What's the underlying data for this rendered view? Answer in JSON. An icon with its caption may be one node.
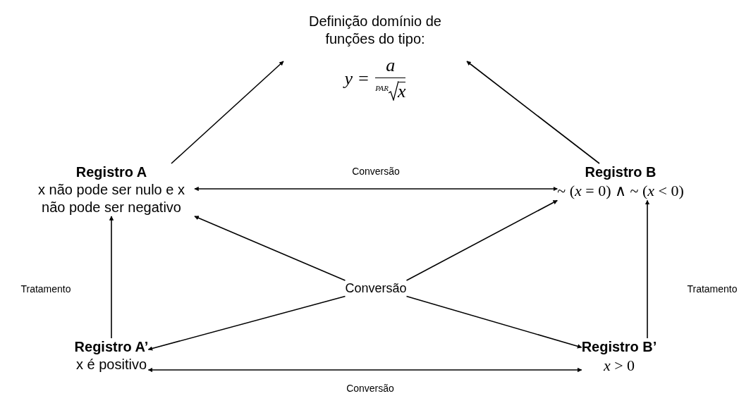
{
  "diagram": {
    "nodes": [
      {
        "text": [
          "Definição domínio de funções do tipo:",
          "y =",
          "a",
          "PAR",
          "x"
        ]
      },
      {
        "text": [
          "Registro A",
          "x não pode ser nulo e x não pode ser negativo"
        ]
      },
      {
        "text": [
          "Registro B",
          "~ (*x* = 0) ∧ ~ (*x* < 0)"
        ]
      },
      {
        "text": [
          "Conversão"
        ]
      },
      {
        "text": [
          "Registro A’",
          "x é positivo"
        ]
      },
      {
        "text": [
          "Registro B’",
          "*x* > 0"
        ]
      }
    ],
    "edges": [
      {
        "from": 1,
        "to": 0,
        "arrow": "to"
      },
      {
        "from": 2,
        "to": 0,
        "arrow": "to"
      },
      {
        "from": 1,
        "to": 2,
        "arrow": "both",
        "label": "Conversão"
      },
      {
        "from": 3,
        "to": 1,
        "arrow": "to"
      },
      {
        "from": 3,
        "to": 2,
        "arrow": "to"
      },
      {
        "from": 4,
        "to": 1,
        "arrow": "to",
        "label": "Tratamento"
      },
      {
        "from": 5,
        "to": 2,
        "arrow": "to",
        "label": "Tratamento"
      },
      {
        "from": 3,
        "to": 4,
        "arrow": "to"
      },
      {
        "from": 3,
        "to": 5,
        "arrow": "to"
      },
      {
        "from": 4,
        "to": 5,
        "arrow": "both",
        "label": "Conversão"
      }
    ]
  }
}
